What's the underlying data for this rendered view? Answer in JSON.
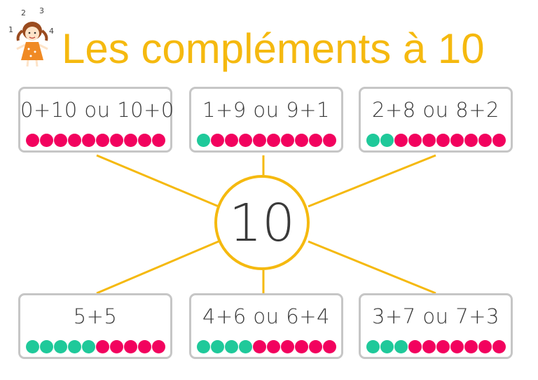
{
  "title": "Les compléments à 10",
  "center_number": "10",
  "colors": {
    "accent": "#f5b90f",
    "green": "#1fc99a",
    "pink": "#f2025e",
    "border": "#c6c6c6"
  },
  "cards": [
    {
      "label": "0+10 ou 10+0",
      "green": 0,
      "pink": 10
    },
    {
      "label": "1+9 ou 9+1",
      "green": 1,
      "pink": 9
    },
    {
      "label": "2+8 ou 8+2",
      "green": 2,
      "pink": 8
    },
    {
      "label": "5+5",
      "green": 5,
      "pink": 5
    },
    {
      "label": "4+6 ou 6+4",
      "green": 4,
      "pink": 6
    },
    {
      "label": "3+7 ou 7+3",
      "green": 3,
      "pink": 7
    }
  ],
  "mascot_numbers": [
    "1",
    "2",
    "3",
    "4"
  ]
}
